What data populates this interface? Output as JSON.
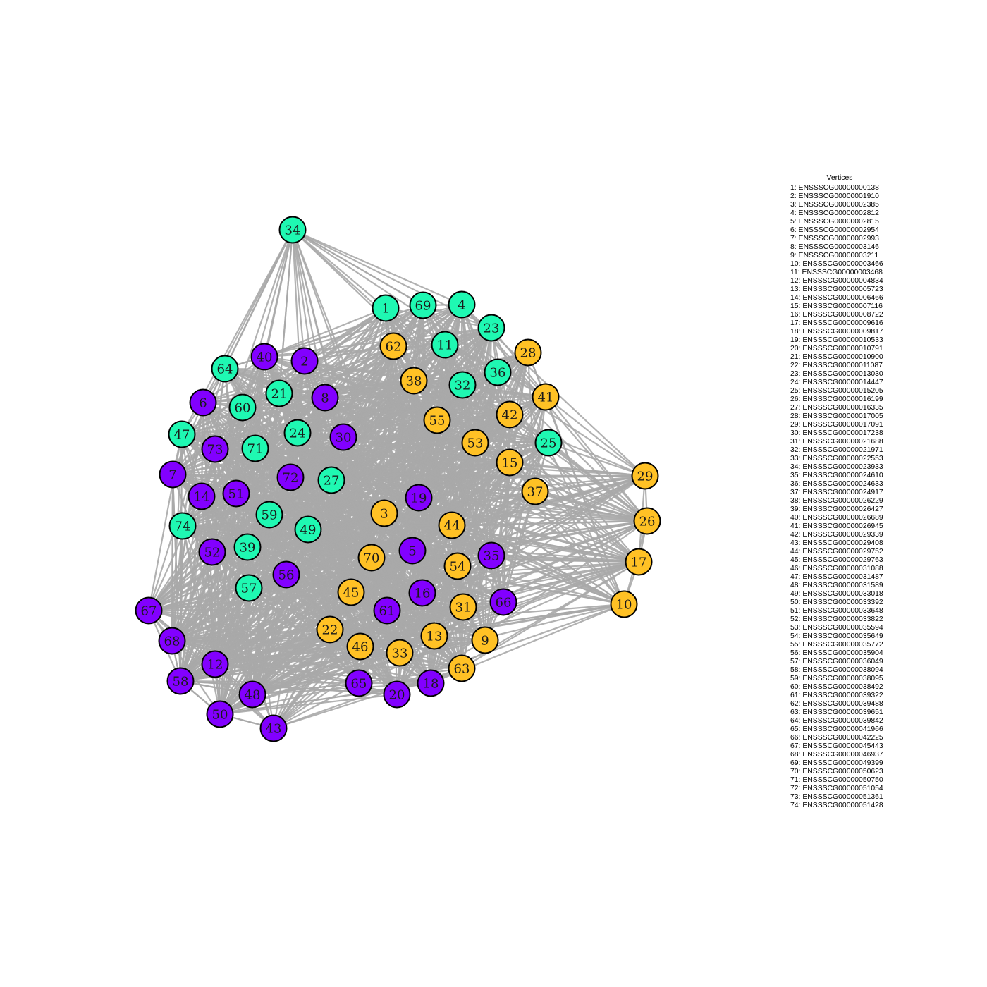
{
  "legend": {
    "title": "Vertices",
    "items": [
      "1: ENSSSCG00000000138",
      "2: ENSSSCG00000001910",
      "3: ENSSSCG00000002385",
      "4: ENSSSCG00000002812",
      "5: ENSSSCG00000002815",
      "6: ENSSSCG00000002954",
      "7: ENSSSCG00000002993",
      "8: ENSSSCG00000003146",
      "9: ENSSSCG00000003211",
      "10: ENSSSCG00000003466",
      "11: ENSSSCG00000003468",
      "12: ENSSSCG00000004834",
      "13: ENSSSCG00000005723",
      "14: ENSSSCG00000006466",
      "15: ENSSSCG00000007116",
      "16: ENSSSCG00000008722",
      "17: ENSSSCG00000009616",
      "18: ENSSSCG00000009817",
      "19: ENSSSCG00000010533",
      "20: ENSSSCG00000010791",
      "21: ENSSSCG00000010900",
      "22: ENSSSCG00000011087",
      "23: ENSSSCG00000013030",
      "24: ENSSSCG00000014447",
      "25: ENSSSCG00000015205",
      "26: ENSSSCG00000016199",
      "27: ENSSSCG00000016335",
      "28: ENSSSCG00000017005",
      "29: ENSSSCG00000017091",
      "30: ENSSSCG00000017238",
      "31: ENSSSCG00000021688",
      "32: ENSSSCG00000021971",
      "33: ENSSSCG00000022553",
      "34: ENSSSCG00000023933",
      "35: ENSSSCG00000024610",
      "36: ENSSSCG00000024633",
      "37: ENSSSCG00000024917",
      "38: ENSSSCG00000026229",
      "39: ENSSSCG00000026427",
      "40: ENSSSCG00000026689",
      "41: ENSSSCG00000026945",
      "42: ENSSSCG00000029339",
      "43: ENSSSCG00000029408",
      "44: ENSSSCG00000029752",
      "45: ENSSSCG00000029763",
      "46: ENSSSCG00000031088",
      "47: ENSSSCG00000031487",
      "48: ENSSSCG00000031589",
      "49: ENSSSCG00000033018",
      "50: ENSSSCG00000033392",
      "51: ENSSSCG00000033648",
      "52: ENSSSCG00000033822",
      "53: ENSSSCG00000035594",
      "54: ENSSSCG00000035649",
      "55: ENSSSCG00000035772",
      "56: ENSSSCG00000035904",
      "57: ENSSSCG00000036049",
      "58: ENSSSCG00000038094",
      "59: ENSSSCG00000038095",
      "60: ENSSSCG00000038492",
      "61: ENSSSCG00000039322",
      "62: ENSSSCG00000039488",
      "63: ENSSSCG00000039651",
      "64: ENSSSCG00000039842",
      "65: ENSSSCG00000041966",
      "66: ENSSSCG00000042225",
      "67: ENSSSCG00000045443",
      "68: ENSSSCG00000046937",
      "69: ENSSSCG00000049399",
      "70: ENSSSCG00000050623",
      "71: ENSSSCG00000050750",
      "72: ENSSSCG00000051054",
      "73: ENSSSCG00000051361",
      "74: ENSSSCG00000051428"
    ]
  },
  "colors": {
    "teal": "#1ff8b2",
    "purple": "#8200ff",
    "orange": "#ffc125",
    "edge": "#a9a9a9",
    "node_border": "#000000"
  },
  "nodes": [
    {
      "id": "1",
      "group": "teal"
    },
    {
      "id": "2",
      "group": "purple"
    },
    {
      "id": "3",
      "group": "orange"
    },
    {
      "id": "4",
      "group": "teal"
    },
    {
      "id": "5",
      "group": "purple"
    },
    {
      "id": "6",
      "group": "purple"
    },
    {
      "id": "7",
      "group": "purple"
    },
    {
      "id": "8",
      "group": "purple"
    },
    {
      "id": "9",
      "group": "orange"
    },
    {
      "id": "10",
      "group": "orange"
    },
    {
      "id": "11",
      "group": "teal"
    },
    {
      "id": "12",
      "group": "purple"
    },
    {
      "id": "13",
      "group": "orange"
    },
    {
      "id": "14",
      "group": "purple"
    },
    {
      "id": "15",
      "group": "orange"
    },
    {
      "id": "16",
      "group": "purple"
    },
    {
      "id": "17",
      "group": "orange"
    },
    {
      "id": "18",
      "group": "purple"
    },
    {
      "id": "19",
      "group": "purple"
    },
    {
      "id": "20",
      "group": "purple"
    },
    {
      "id": "21",
      "group": "teal"
    },
    {
      "id": "22",
      "group": "orange"
    },
    {
      "id": "23",
      "group": "teal"
    },
    {
      "id": "24",
      "group": "teal"
    },
    {
      "id": "25",
      "group": "teal"
    },
    {
      "id": "26",
      "group": "orange"
    },
    {
      "id": "27",
      "group": "teal"
    },
    {
      "id": "28",
      "group": "orange"
    },
    {
      "id": "29",
      "group": "orange"
    },
    {
      "id": "30",
      "group": "purple"
    },
    {
      "id": "31",
      "group": "orange"
    },
    {
      "id": "32",
      "group": "teal"
    },
    {
      "id": "33",
      "group": "orange"
    },
    {
      "id": "34",
      "group": "teal"
    },
    {
      "id": "35",
      "group": "purple"
    },
    {
      "id": "36",
      "group": "teal"
    },
    {
      "id": "37",
      "group": "orange"
    },
    {
      "id": "38",
      "group": "orange"
    },
    {
      "id": "39",
      "group": "teal"
    },
    {
      "id": "40",
      "group": "purple"
    },
    {
      "id": "41",
      "group": "orange"
    },
    {
      "id": "42",
      "group": "orange"
    },
    {
      "id": "43",
      "group": "purple"
    },
    {
      "id": "44",
      "group": "orange"
    },
    {
      "id": "45",
      "group": "orange"
    },
    {
      "id": "46",
      "group": "orange"
    },
    {
      "id": "47",
      "group": "teal"
    },
    {
      "id": "48",
      "group": "purple"
    },
    {
      "id": "49",
      "group": "teal"
    },
    {
      "id": "50",
      "group": "purple"
    },
    {
      "id": "51",
      "group": "purple"
    },
    {
      "id": "52",
      "group": "purple"
    },
    {
      "id": "53",
      "group": "orange"
    },
    {
      "id": "54",
      "group": "orange"
    },
    {
      "id": "55",
      "group": "orange"
    },
    {
      "id": "56",
      "group": "purple"
    },
    {
      "id": "57",
      "group": "teal"
    },
    {
      "id": "58",
      "group": "purple"
    },
    {
      "id": "59",
      "group": "teal"
    },
    {
      "id": "60",
      "group": "teal"
    },
    {
      "id": "61",
      "group": "purple"
    },
    {
      "id": "62",
      "group": "orange"
    },
    {
      "id": "63",
      "group": "orange"
    },
    {
      "id": "64",
      "group": "teal"
    },
    {
      "id": "65",
      "group": "purple"
    },
    {
      "id": "66",
      "group": "purple"
    },
    {
      "id": "67",
      "group": "purple"
    },
    {
      "id": "68",
      "group": "purple"
    },
    {
      "id": "69",
      "group": "teal"
    },
    {
      "id": "70",
      "group": "orange"
    },
    {
      "id": "71",
      "group": "teal"
    },
    {
      "id": "72",
      "group": "purple"
    },
    {
      "id": "73",
      "group": "purple"
    },
    {
      "id": "74",
      "group": "teal"
    }
  ]
}
